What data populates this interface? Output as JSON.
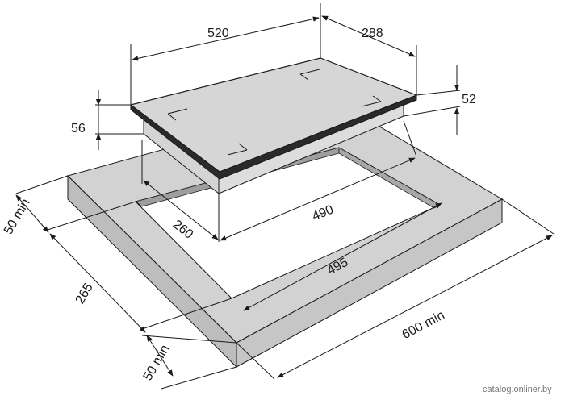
{
  "diagram": {
    "dimensions": {
      "hob_width": "520",
      "hob_depth": "288",
      "hob_thickness_right": "52",
      "hob_thickness_left": "56",
      "cutout_width": "490",
      "cutout_depth": "260",
      "cutout_width_lower": "495",
      "clearance_top": "50 min",
      "side_depth": "265",
      "clearance_bottom": "50 min",
      "counter_width": "600 min"
    },
    "watermark": "catalog.onliner.by",
    "colors": {
      "countertop_top": "#d2d2d2",
      "countertop_front": "#bdbdbd",
      "countertop_side": "#c6c6c6",
      "glass_top": "#d6d6d6",
      "hob_body": "#d9d9d9",
      "outline": "#1a1a1a"
    }
  }
}
